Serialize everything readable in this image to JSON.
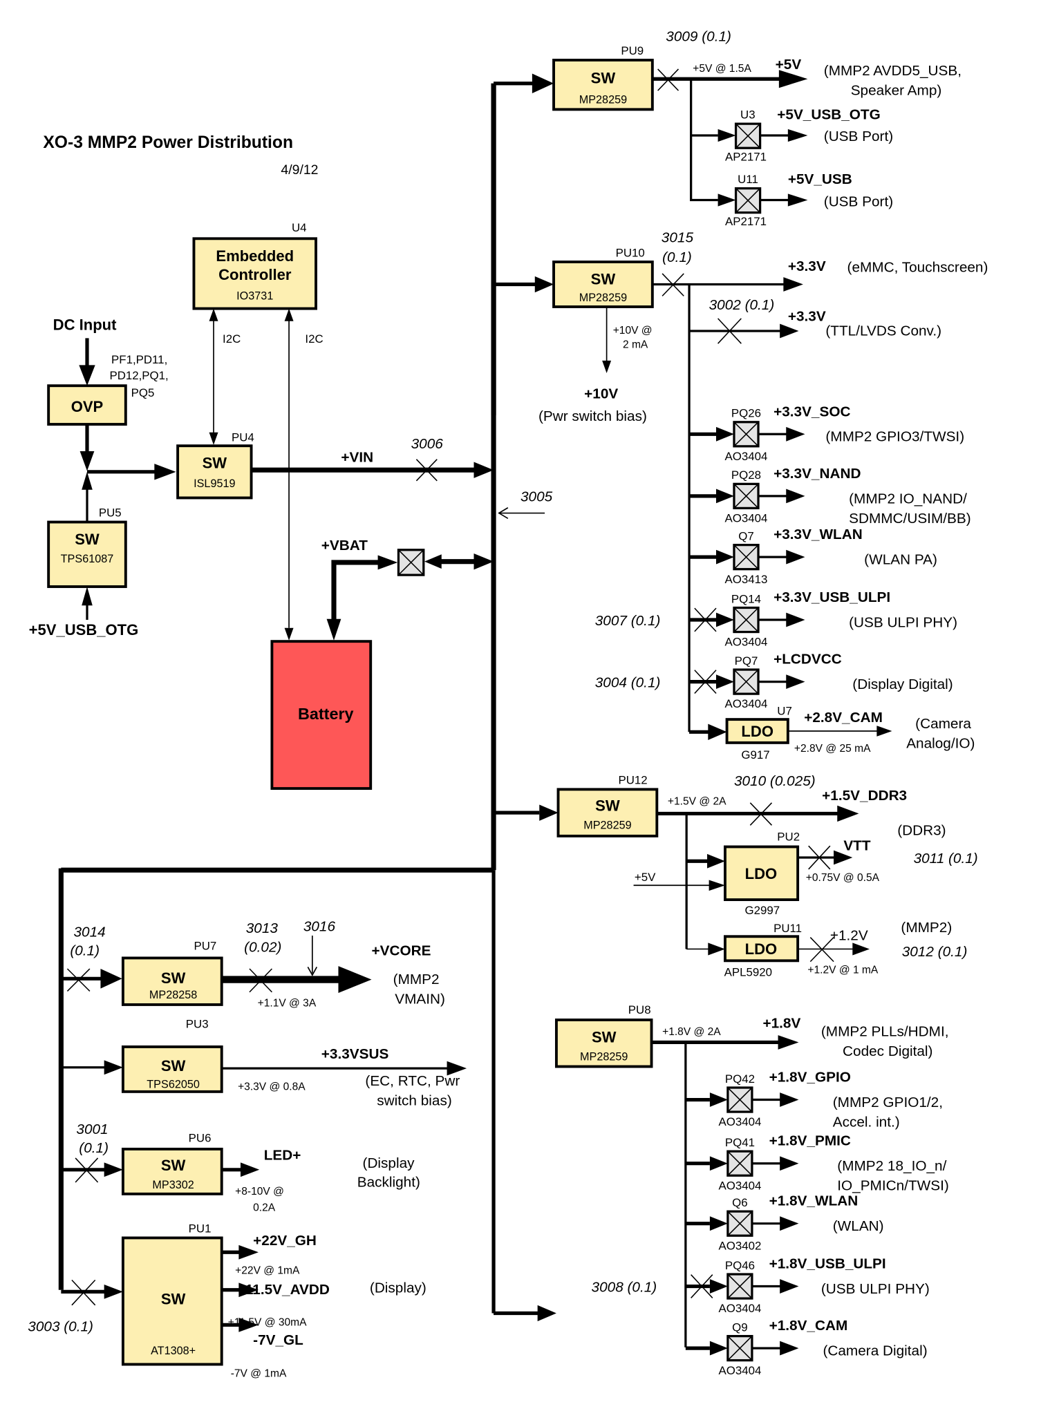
{
  "title": "XO-3 MMP2 Power Distribution",
  "date": "4/9/12",
  "colors": {
    "block_fill": "#fdefb2",
    "battery_fill": "#fe5757",
    "switch_fill": "#e4e4e4",
    "line": "#000000"
  },
  "input": {
    "dc_input": "DC Input",
    "ovp": {
      "name": "OVP",
      "refdes": "PF1,PD11,\nPD12,PQ1,\nPQ5",
      "refdes_lines": [
        "PF1,PD11,",
        "PD12,PQ1,",
        "PQ5"
      ]
    },
    "pu5": {
      "refdes": "PU5",
      "name": "SW",
      "part": "TPS61087"
    },
    "usb_otg_in": "+5V_USB_OTG",
    "pu4": {
      "refdes": "PU4",
      "name": "SW",
      "part": "ISL9519"
    },
    "vin_label": "+VIN",
    "r3006": "3006",
    "r3005": "3005",
    "vbat_label": "+VBAT",
    "battery": "Battery",
    "ec": {
      "refdes": "U4",
      "name_line1": "Embedded",
      "name_line2": "Controller",
      "part": "IO3731"
    },
    "i2c_left": "I2C",
    "i2c_right": "I2C"
  },
  "pu9": {
    "refdes": "PU9",
    "name": "SW",
    "part": "MP28259",
    "sense": "3009 (0.1)",
    "rating": "+5V @ 1.5A",
    "net": "+5V",
    "desc": [
      "(MMP2 AVDD5_USB,",
      "Speaker Amp)"
    ],
    "outputs": [
      {
        "refdes": "U3",
        "part": "AP2171",
        "net": "+5V_USB_OTG",
        "desc": "(USB Port)"
      },
      {
        "refdes": "U11",
        "part": "AP2171",
        "net": "+5V_USB",
        "desc": "(USB Port)"
      }
    ]
  },
  "pu10": {
    "refdes": "PU10",
    "name": "SW",
    "part": "MP28259",
    "sense_line1": "3015",
    "sense_line2": "(0.1)",
    "net_main": "+3.3V",
    "desc_main": "(eMMC, Touchscreen)",
    "ttl_sense": "3002 (0.1)",
    "ttl_net": "+3.3V",
    "ttl_desc": "(TTL/LVDS Conv.)",
    "bias_rating_line1": "+10V @",
    "bias_rating_line2": "2 mA",
    "bias_net": "+10V",
    "bias_desc": "(Pwr switch bias)",
    "outputs": [
      {
        "refdes": "PQ26",
        "part": "AO3404",
        "net": "+3.3V_SOC",
        "desc": [
          "(MMP2 GPIO3/TWSI)"
        ],
        "sense": ""
      },
      {
        "refdes": "PQ28",
        "part": "AO3404",
        "net": "+3.3V_NAND",
        "desc": [
          "(MMP2 IO_NAND/",
          "SDMMC/USIM/BB)"
        ],
        "sense": ""
      },
      {
        "refdes": "Q7",
        "part": "AO3413",
        "net": "+3.3V_WLAN",
        "desc": [
          "(WLAN PA)"
        ],
        "sense": ""
      },
      {
        "refdes": "PQ14",
        "part": "AO3404",
        "net": "+3.3V_USB_ULPI",
        "desc": [
          "(USB ULPI PHY)"
        ],
        "sense": "3007 (0.1)"
      },
      {
        "refdes": "PQ7",
        "part": "AO3404",
        "net": "+LCDVCC",
        "desc": [
          "(Display Digital)"
        ],
        "sense": "3004 (0.1)"
      }
    ],
    "ldo": {
      "refdes": "U7",
      "name": "LDO",
      "part": "G917",
      "net": "+2.8V_CAM",
      "rating": "+2.8V @ 25 mA",
      "desc": [
        "(Camera",
        "Analog/IO)"
      ]
    }
  },
  "pu12": {
    "refdes": "PU12",
    "name": "SW",
    "part": "MP28259",
    "rating": "+1.5V @ 2A",
    "sense": "3010 (0.025)",
    "net": "+1.5V_DDR3",
    "desc": "(DDR3)",
    "vtt": {
      "refdes": "PU2",
      "name": "LDO",
      "part": "G2997",
      "aux_in": "+5V",
      "net": "VTT",
      "rating": "+0.75V @ 0.5A",
      "sense": "3011 (0.1)"
    },
    "v12": {
      "refdes": "PU11",
      "name": "LDO",
      "part": "APL5920",
      "net": "+1.2V",
      "rating": "+1.2V @ 1 mA",
      "desc": "(MMP2)",
      "sense": "3012 (0.1)"
    }
  },
  "pu8": {
    "refdes": "PU8",
    "name": "SW",
    "part": "MP28259",
    "rating": "+1.8V @ 2A",
    "net": "+1.8V",
    "desc": [
      "(MMP2 PLLs/HDMI,",
      "Codec Digital)"
    ],
    "outputs": [
      {
        "refdes": "PQ42",
        "part": "AO3404",
        "net": "+1.8V_GPIO",
        "desc": [
          "(MMP2 GPIO1/2,",
          "Accel. int.)"
        ],
        "sense": ""
      },
      {
        "refdes": "PQ41",
        "part": "AO3404",
        "net": "+1.8V_PMIC",
        "desc": [
          "(MMP2 18_IO_n/",
          "IO_PMICn/TWSI)"
        ],
        "sense": ""
      },
      {
        "refdes": "Q6",
        "part": "AO3402",
        "net": "+1.8V_WLAN",
        "desc": [
          "(WLAN)"
        ],
        "sense": ""
      },
      {
        "refdes": "PQ46",
        "part": "AO3404",
        "net": "+1.8V_USB_ULPI",
        "desc": [
          "(USB ULPI PHY)"
        ],
        "sense": "3008 (0.1)"
      },
      {
        "refdes": "Q9",
        "part": "AO3404",
        "net": "+1.8V_CAM",
        "desc": [
          "(Camera Digital)"
        ],
        "sense": ""
      }
    ]
  },
  "pu7": {
    "refdes": "PU7",
    "name": "SW",
    "part": "MP28258",
    "in_sense_line1": "3014",
    "in_sense_line2": "(0.1)",
    "out_sense_line1": "3013",
    "out_sense_line2": "(0.02)",
    "probe": "3016",
    "rating": "+1.1V @ 3A",
    "net": "+VCORE",
    "desc": [
      "(MMP2",
      "VMAIN)"
    ]
  },
  "pu3": {
    "refdes": "PU3",
    "name": "SW",
    "part": "TPS62050",
    "rating": "+3.3V @ 0.8A",
    "net": "+3.3VSUS",
    "desc": [
      "(EC, RTC, Pwr",
      "switch bias)"
    ]
  },
  "pu6": {
    "refdes": "PU6",
    "name": "SW",
    "part": "MP3302",
    "in_sense_line1": "3001",
    "in_sense_line2": "(0.1)",
    "rating": [
      "+8-10V @",
      "0.2A"
    ],
    "net": "LED+",
    "desc": [
      "(Display",
      "Backlight)"
    ]
  },
  "pu1": {
    "refdes": "PU1",
    "name": "SW",
    "part": "AT1308+",
    "in_sense": "3003 (0.1)",
    "desc": "(Display)",
    "outputs": [
      {
        "net": "+22V_GH",
        "rating": "+22V @ 1mA"
      },
      {
        "net": "+11.5V_AVDD",
        "rating": "+11.5V @ 30mA"
      },
      {
        "net": "-7V_GL",
        "rating": "-7V @ 1mA"
      }
    ]
  }
}
